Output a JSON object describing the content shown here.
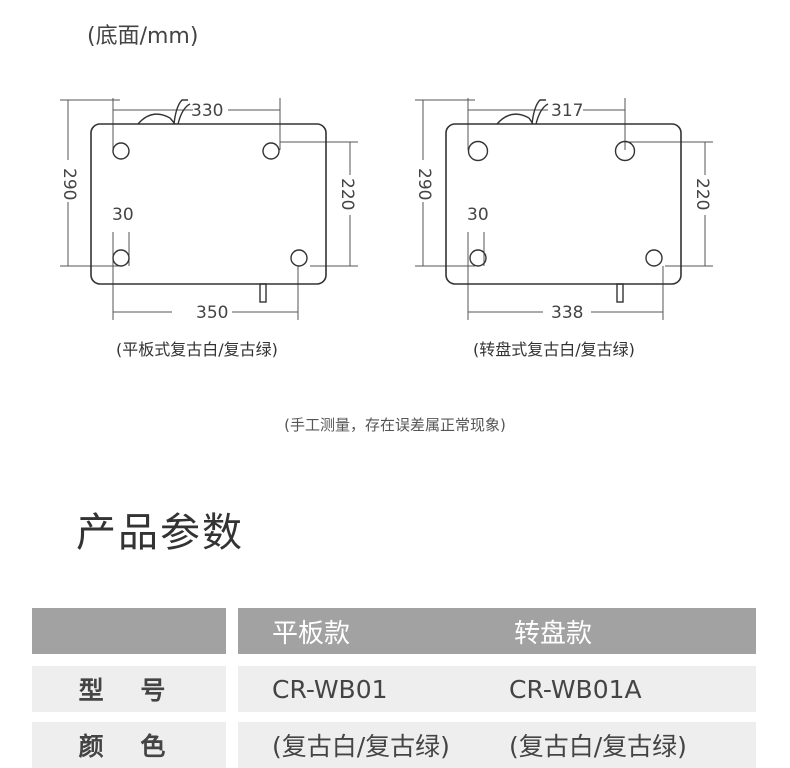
{
  "unit_title": "(底面/mm)",
  "diagrams": [
    {
      "caption": "(平板式复古白/复古绿)",
      "width_top": "330",
      "height_left": "290",
      "height_right": "220",
      "hole_offset": "30",
      "width_bottom": "350"
    },
    {
      "caption": "(转盘式复古白/复古绿)",
      "width_top": "317",
      "height_left": "290",
      "height_right": "220",
      "hole_offset": "30",
      "width_bottom": "338"
    }
  ],
  "note": "(手工测量，存在误差属正常现象)",
  "section_title": "产品参数",
  "table": {
    "headers": [
      "",
      "平板款",
      "转盘款"
    ],
    "rows": [
      {
        "label": "型 号",
        "values": [
          "CR-WB01",
          "CR-WB01A"
        ]
      },
      {
        "label": "颜 色",
        "values": [
          "(复古白/复古绿)",
          "(复古白/复古绿)"
        ]
      }
    ]
  }
}
